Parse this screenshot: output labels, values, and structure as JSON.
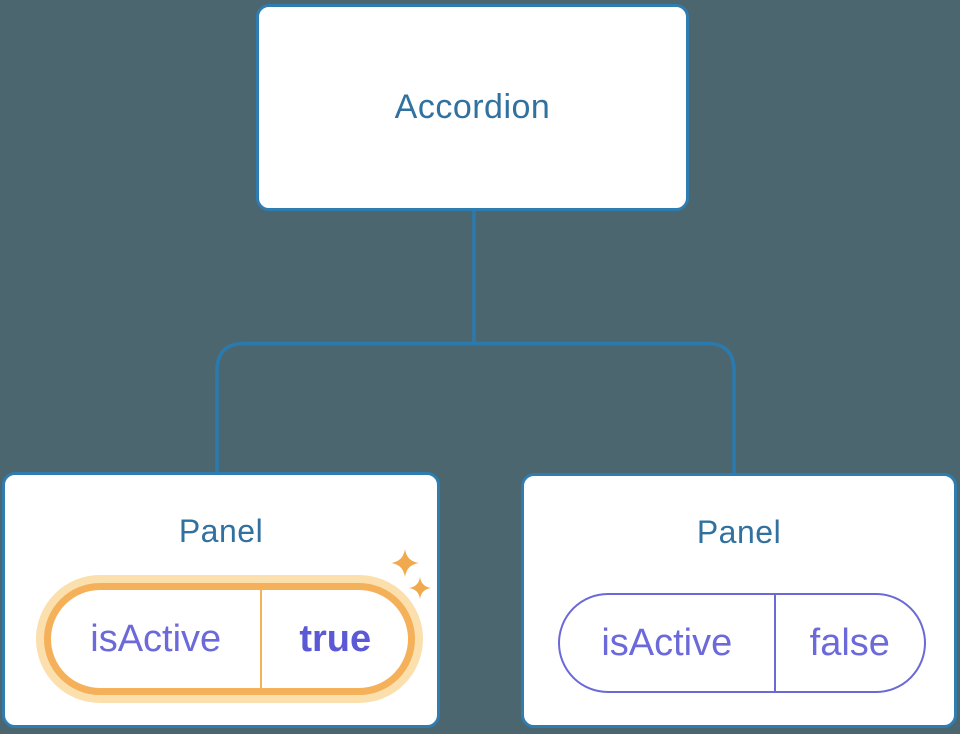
{
  "diagram": {
    "root": {
      "label": "Accordion"
    },
    "panels": [
      {
        "title": "Panel",
        "state": {
          "prop": "isActive",
          "value": "true"
        },
        "highlighted": true
      },
      {
        "title": "Panel",
        "state": {
          "prop": "isActive",
          "value": "false"
        },
        "highlighted": false
      }
    ],
    "colors": {
      "background": "#4C6670",
      "node_background": "#FFFFFF",
      "node_border_blue": "#2E7CB0",
      "connector_blue": "#2B7AAE",
      "node_text_blue": "#31719F",
      "state_text_purple": "#6C6ADA",
      "state_value_bold_purple": "#5B59D6",
      "state_pill_border_purple": "#6B68D8",
      "highlight_orange": "#F5B05A",
      "highlight_glow_orange": "#FBDFAD",
      "sparkle_orange": "#F1A94E"
    }
  }
}
